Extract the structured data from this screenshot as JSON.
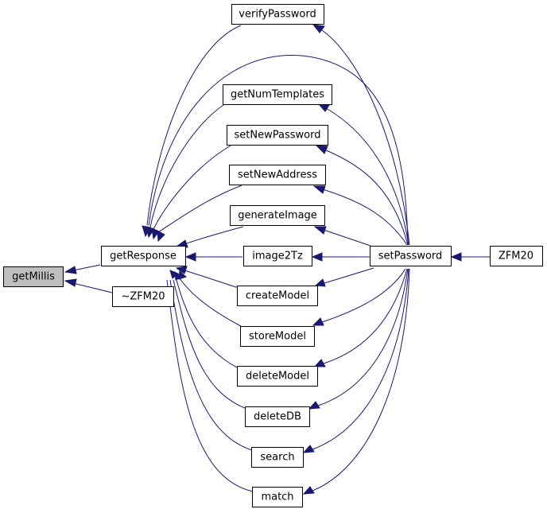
{
  "diagram": {
    "colors": {
      "edge": "#191970",
      "highlight": "#bfbfbf",
      "border": "#000000"
    },
    "nodes": {
      "getMillis": "getMillis",
      "getResponse": "getResponse",
      "zfm20_destructor": "~ZFM20",
      "verifyPassword": "verifyPassword",
      "getNumTemplates": "getNumTemplates",
      "setNewPassword": "setNewPassword",
      "setNewAddress": "setNewAddress",
      "generateImage": "generateImage",
      "image2Tz": "image2Tz",
      "createModel": "createModel",
      "storeModel": "storeModel",
      "deleteModel": "deleteModel",
      "deleteDB": "deleteDB",
      "search": "search",
      "match": "match",
      "setPassword": "setPassword",
      "zfm20": "ZFM20"
    }
  }
}
